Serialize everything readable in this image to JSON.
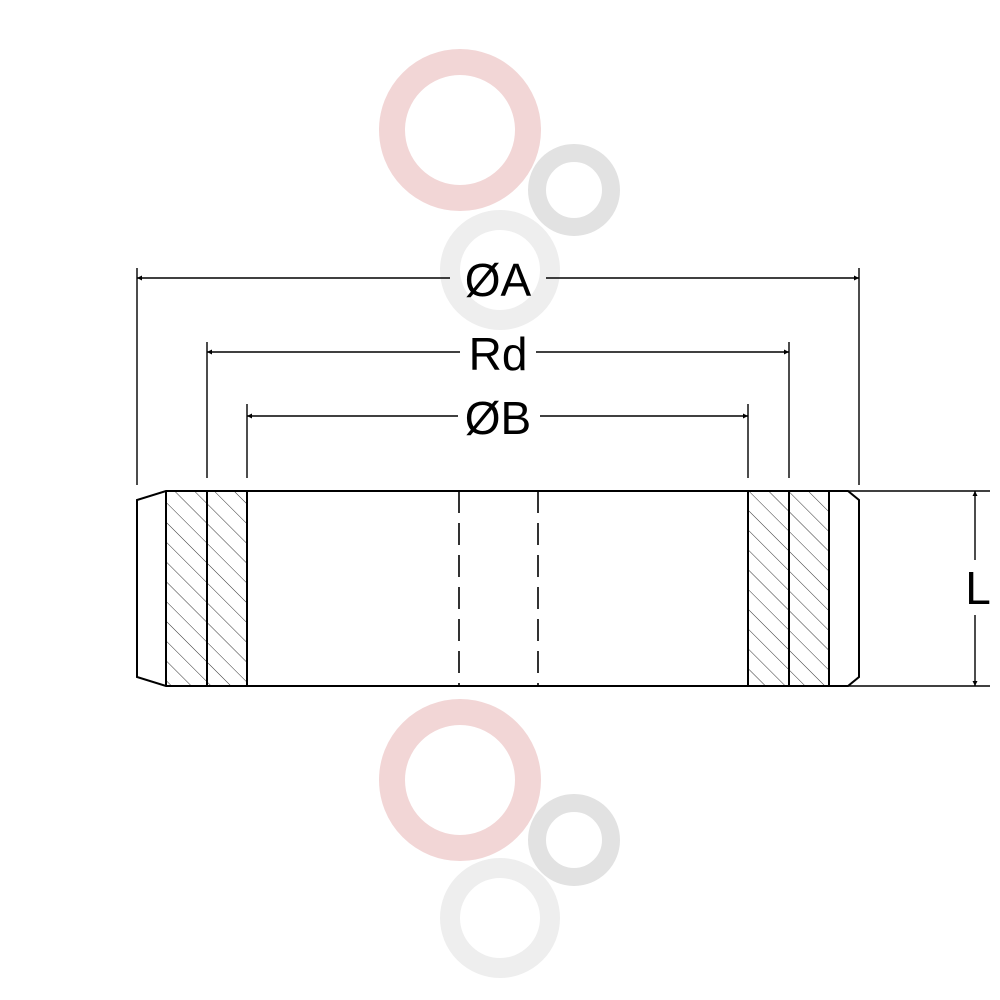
{
  "diagram": {
    "labels": {
      "outer_diameter": "ØA",
      "reference_diameter": "Rd",
      "inner_diameter": "ØB",
      "length": "L"
    },
    "colors": {
      "line": "#000000",
      "background": "#ffffff",
      "watermark_red": "#f2d6d6",
      "watermark_gray": "#e2e2e2",
      "watermark_light": "#eeeeee"
    }
  }
}
